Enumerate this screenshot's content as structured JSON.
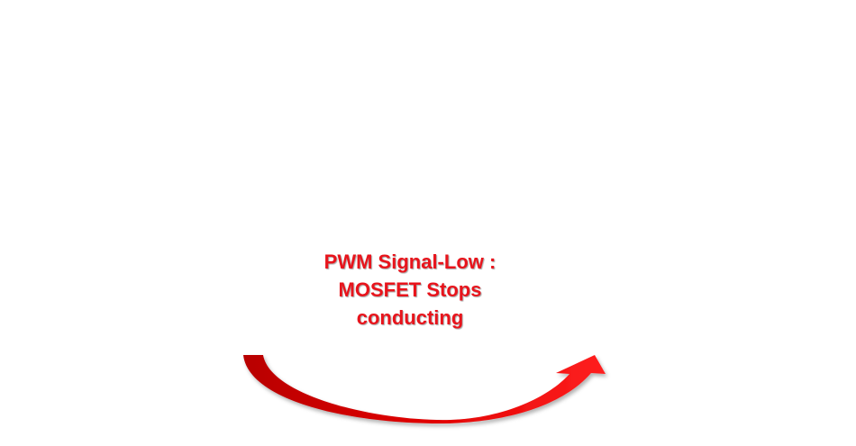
{
  "caption": {
    "line1": "PWM Signal-Low :",
    "line2": "MOSFET Stops",
    "line3": "conducting"
  },
  "colors": {
    "text": "#e8141c",
    "arrow_dark": "#b50000",
    "arrow_light": "#ff1a1a"
  },
  "icons": {
    "arrow": "curved-arrow-right-icon"
  }
}
